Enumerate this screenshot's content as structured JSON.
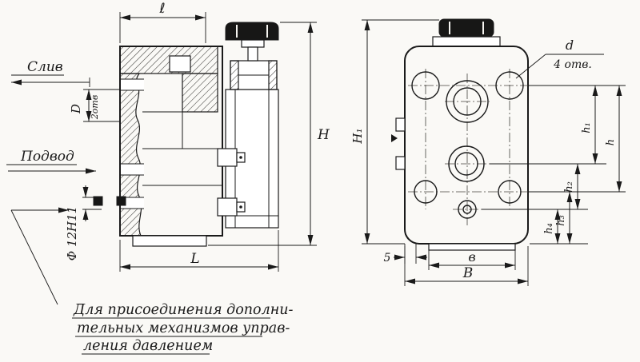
{
  "colors": {
    "ink": "#1a1a1a",
    "paper": "#faf9f6"
  },
  "drawing": {
    "left_view": {
      "dim_l": "ℓ",
      "dim_H": "H",
      "dim_L": "L",
      "dim_D": "D",
      "dim_D_holes": "2отв",
      "port_drain": "Слив",
      "port_supply": "Подвод",
      "dim_f12": "Ф 12Н11"
    },
    "right_view": {
      "dim_H1": "H₁",
      "dim_d": "d",
      "dim_d_holes": "4 отв.",
      "dim_h": "h",
      "dim_h1": "h₁",
      "dim_h2": "h₂",
      "dim_h3": "h₃",
      "dim_h4": "h₄",
      "dim_5": "5",
      "dim_v": "в",
      "dim_B": "B"
    },
    "note": {
      "line1": "Для присоединения дополни-",
      "line2": "тельных механизмов управ-",
      "line3": "ления давлением"
    }
  }
}
